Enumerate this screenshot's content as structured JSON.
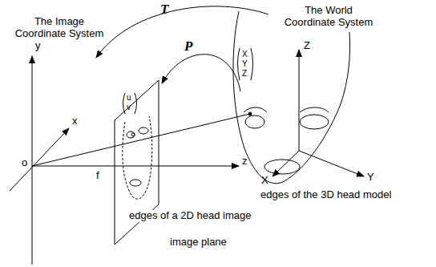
{
  "diagram": {
    "labels": [
      "The Image Coordinate System",
      "T",
      "P",
      "The World Coordinate System",
      "X",
      "Y",
      "Z",
      "Z",
      "y",
      "x",
      "u",
      "v",
      "o",
      "X",
      "Y",
      "edges of the 3D head model",
      "f",
      "edges of a 2D head image",
      "image plane",
      "z"
    ]
  }
}
